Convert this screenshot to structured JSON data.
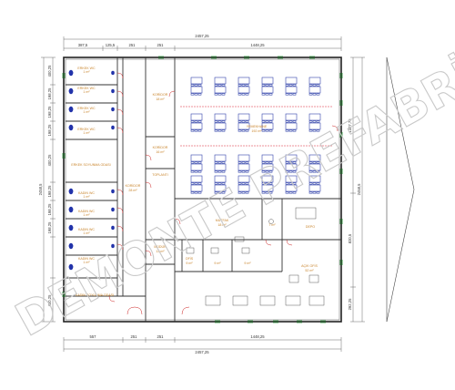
{
  "dimensions": {
    "top_total": "2457,25",
    "top_segments": [
      "387,5",
      "125,5",
      "251",
      "251",
      "1448,25"
    ],
    "bottom_total": "2457,25",
    "bottom_segments": [
      "557",
      "251",
      "251",
      "1448,25"
    ],
    "left_total": "2458,5",
    "left_segments": [
      "400,25",
      "198,25",
      "198,25",
      "198,25",
      "400,25",
      "198,25",
      "198,25",
      "198,25",
      "400,25"
    ],
    "right_total": "2458,5",
    "right_segments": [
      "1327,75",
      "820,5",
      "292,25"
    ]
  },
  "rooms": {
    "wc_label": "ERKEK WC",
    "wc_area": "1 m²",
    "wc_women_label": "KADIN WC",
    "locker_men": "ERKEK SOYUNMA ODASI",
    "locker_women": "KADIN SOYUNMA ODASI",
    "corridor_left": "KORİDOR",
    "corridor_left_area": "28 m²",
    "lunch_room": "YEMEKHANE",
    "lunch_area": "192 m²",
    "corridor_top": "KORİDOR",
    "corridor_top_area": "18 m²",
    "meeting": "TOPLANTI",
    "office1": "OFİS",
    "office1_area": "9 m²",
    "office2": "OFİS",
    "office3": "OFİS",
    "kitchen": "MUTFAK",
    "kitchen_area": "18 m²",
    "storage": "DEPO",
    "storage_area": "7 m²",
    "open_office": "AÇIK OFİS",
    "open_office_area": "52 m²",
    "corridor_mid": "KORİDOR",
    "corridor_mid_area": "16 m²",
    "manager": "MÜDÜR",
    "manager_area": "13 m²"
  },
  "watermark": "DEMONTE PREFABRİK"
}
